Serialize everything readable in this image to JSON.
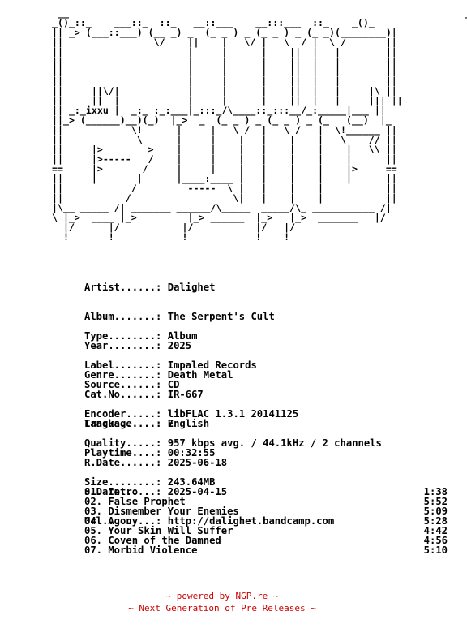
{
  "ascii_art": " __                                                                      __\n_()_::_    ___::_  ::_   __::___    __:::___  ::_    _()_\n|| _> (___::___) (__ _) _  (_ _ ) _ (_ _ ) _ (_ _)(________)|\n||                \\/    ||    |   \\/ |   \\  / |  \\ /       ||\n||                      |     |      |    ||  |   |        ||\n||                      |     |      |    ||  |   |        ||\n||                      |     |      |    ||  |   |        ||\n||                      |     |      |    ||  |   |        ||\n||     ||\\/|            |     |      |    ||  |   |     |\\ ||\n||     ||  |            |     |      |    ||  |   |     ||| ||\n|| _:_ixxu |  _:_ :_:___|_:::_/\\____::_:::__/_:_____|___ ||\n||_> (______)__)(_)  |_>  _  (_ _ ) _ (_ _ ) _ (_   (__)  |_\n||            \\!      |     |   \\ /  |   \\ /   |  \\!______ ||\n||             \\      |     |    |   |    |    |   \\    // ||\n||     |>        >    |     |    |   |    |    |    |   \\\\ ||\n||     |>-----   /    |     |    |   |    |    |    |      ||\n==     |>       /     |     |    |   |    |    |    |>     ==\n||     |       |      |____:____ |   |    |    |    |      ||\n||            /         -----  \\ |   |    |    |           ||\n||           /                  \\|   |    |    |           ||\n|\\__ _____ /| _______ ______/\\_____  _____/\\_ ___________ /|\n\\ |_>  ____ |_>         |_> ______  |_>   |_>  _______   |/\n  |/      |/           |/           |/   |/              \n  !       !            !            !    !               ",
  "release": {
    "artist_label": "Artist......:",
    "artist": "Dalighet",
    "album_label": "Album.......:",
    "album": "The Serpent's Cult",
    "year_label": "Year........:",
    "year": "2025",
    "genre_label": "Genre.......:",
    "genre": "Death Metal",
    "type_label": "Type........:",
    "type": "Album",
    "label_label": "Label.......:",
    "label": "Impaled Records",
    "catno_label": "Cat.No......:",
    "catno": "IR-667",
    "language_label": "Language....:",
    "language": "English",
    "source_label": "Source......:",
    "source": "CD",
    "encoder_label": "Encoder.....:",
    "encoder": "libFLAC 1.3.1 20141125",
    "quality_label": "Quality.....:",
    "quality": "957 kbps avg. / 44.1kHz / 2 channels",
    "tracks_label": "Tracks......:",
    "tracks": "7",
    "playtime_label": "Playtime....:",
    "playtime": "00:32:55",
    "size_label": "Size........:",
    "size": "243.64MB",
    "rdate_label": "R.Date......:",
    "rdate": "2025-06-18",
    "sdate_label": "S.Date......:",
    "sdate": "2025-04-15",
    "url_label": "Url.........:",
    "url": "http://dalighet.bandcamp.com"
  },
  "tracklist": [
    {
      "title": "01. Intro",
      "length": "1:38"
    },
    {
      "title": "02. False Prophet",
      "length": "5:52"
    },
    {
      "title": "03. Dismember Your Enemies",
      "length": "5:09"
    },
    {
      "title": "04. Agony",
      "length": "5:28"
    },
    {
      "title": "05. Your Skin Will Suffer",
      "length": "4:42"
    },
    {
      "title": "06. Coven of the Damned",
      "length": "4:56"
    },
    {
      "title": "07. Morbid Violence",
      "length": "5:10"
    }
  ],
  "footer": {
    "line1": "~ powered by NGP.re ~",
    "line2": "~ Next Generation of Pre Releases ~",
    "color": "#cc0000"
  }
}
